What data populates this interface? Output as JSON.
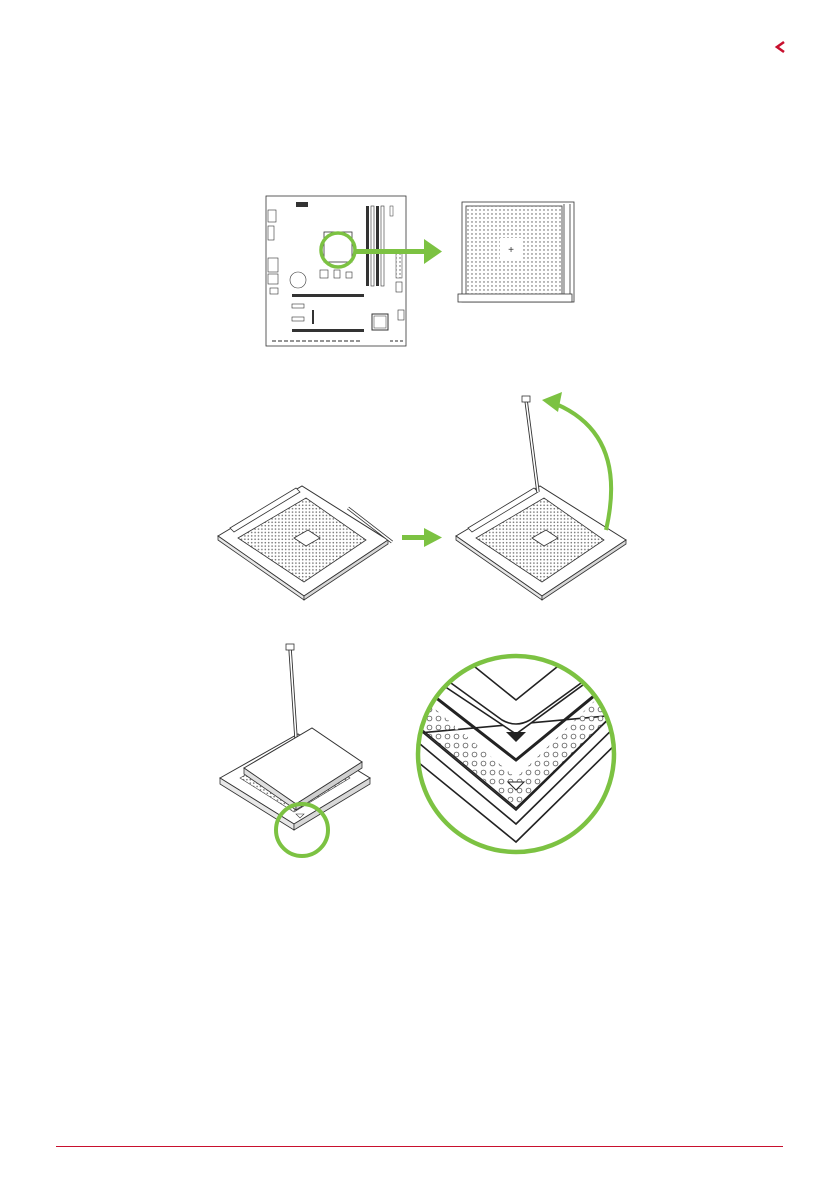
{
  "page": {
    "back_icon": "chevron-left-icon",
    "accent_color": "#c8102e",
    "highlight_color": "#7cc242"
  },
  "figures": [
    {
      "icon": "motherboard-cpu-socket-location-diagram"
    },
    {
      "icon": "socket-lever-raise-diagram"
    },
    {
      "icon": "cpu-pin1-alignment-diagram"
    }
  ]
}
